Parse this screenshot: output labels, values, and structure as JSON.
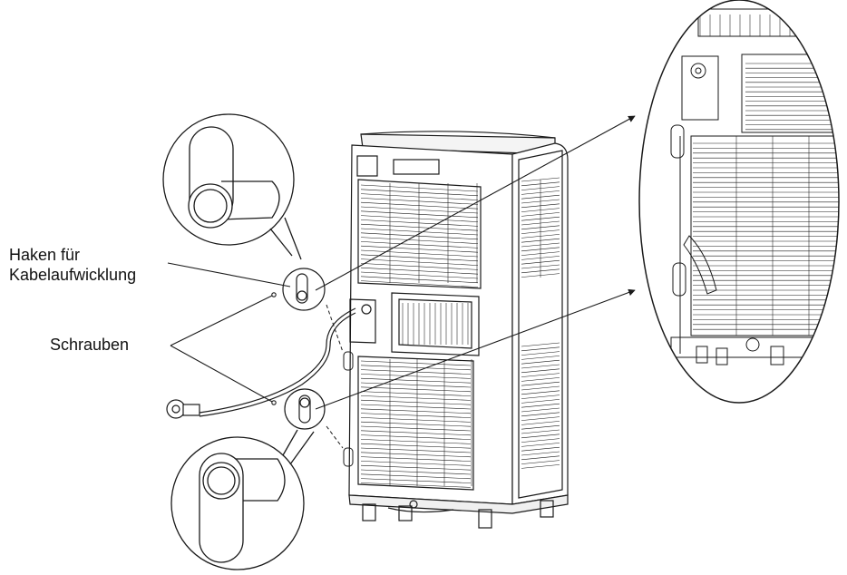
{
  "labels": {
    "hook_line1": "Haken für",
    "hook_line2": "Kabelaufwicklung",
    "screws": "Schrauben"
  },
  "colors": {
    "line": "#1a1a1a",
    "background": "#ffffff"
  }
}
